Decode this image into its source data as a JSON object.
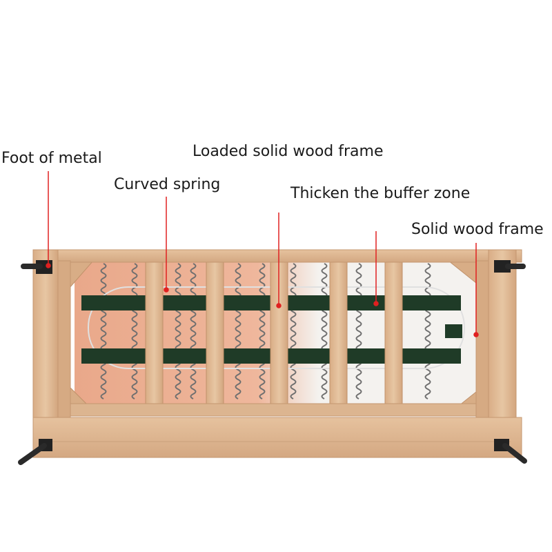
{
  "diagram": {
    "callouts": {
      "foot_of_metal": "Foot of metal",
      "loaded_solid_wood_frame": "Loaded solid wood frame",
      "curved_spring": "Curved spring",
      "thicken_buffer_zone": "Thicken the buffer zone",
      "solid_wood_frame": "Solid wood frame"
    },
    "colors": {
      "wood": "#ddb48f",
      "wood_dark": "#c89a72",
      "back_panel": "#e8a888",
      "strap": "#1f3b27",
      "spring": "#6b6b6b",
      "metal": "#2a2a2a",
      "leader": "#e02020"
    }
  }
}
